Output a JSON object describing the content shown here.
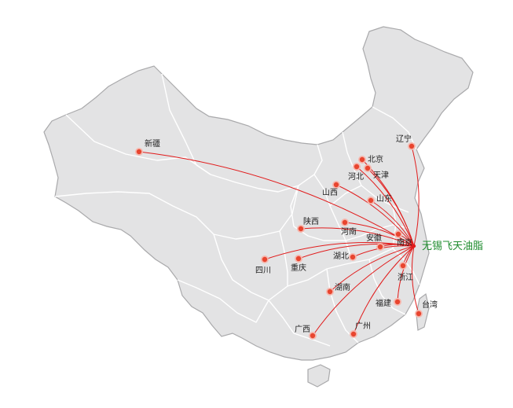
{
  "map": {
    "hub": {
      "id": "wuxi",
      "label": "无锡飞天油脂"
    },
    "colors": {
      "land_fill": "#e3e3e4",
      "land_stroke": "#a9a9ab",
      "province_line": "#ffffff",
      "route_line": "#e11b1b",
      "marker_fill": "#e8452f",
      "marker_ring": "#f6b7ae",
      "hub_label": "#1f8c2e"
    },
    "destinations": [
      {
        "id": "xinjiang",
        "label": "新疆"
      },
      {
        "id": "liaoning",
        "label": "辽宁"
      },
      {
        "id": "beijing",
        "label": "北京"
      },
      {
        "id": "tianjin",
        "label": "天津"
      },
      {
        "id": "hebei",
        "label": "河北"
      },
      {
        "id": "shanxi",
        "label": "山西"
      },
      {
        "id": "shandong",
        "label": "山东"
      },
      {
        "id": "shaanxi",
        "label": "陕西"
      },
      {
        "id": "henan",
        "label": "河南"
      },
      {
        "id": "anhui",
        "label": "安徽"
      },
      {
        "id": "nanjing",
        "label": "南京"
      },
      {
        "id": "hubei",
        "label": "湖北"
      },
      {
        "id": "sichuan",
        "label": "四川"
      },
      {
        "id": "chongqing",
        "label": "重庆"
      },
      {
        "id": "zhejiang",
        "label": "浙江"
      },
      {
        "id": "hunan",
        "label": "湖南"
      },
      {
        "id": "fujian",
        "label": "福建"
      },
      {
        "id": "taiwan",
        "label": "台湾"
      },
      {
        "id": "guangxi",
        "label": "广西"
      },
      {
        "id": "guangzhou",
        "label": "广州"
      }
    ]
  }
}
